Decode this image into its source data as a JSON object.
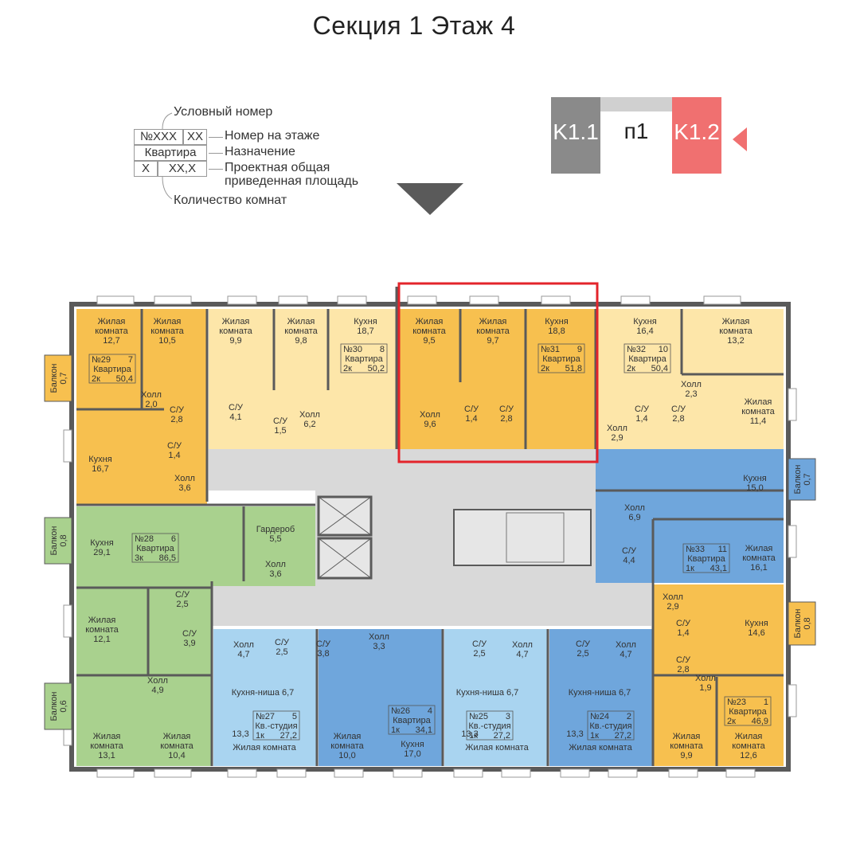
{
  "title": "Секция 1 Этаж 4",
  "legend": {
    "cond_number": "Условный номер",
    "box_num": "№XXX",
    "box_floor_num": "XX",
    "box_purpose": "Квартира",
    "box_rooms": "X",
    "box_area": "XX,X",
    "floor_number": "Номер на этаже",
    "purpose": "Назначение",
    "area_line1": "Проектная общая",
    "area_line2": "приведенная площадь",
    "rooms_count": "Количество комнат"
  },
  "sections": {
    "left": "K1.1",
    "middle": "п1",
    "right": "K1.2"
  },
  "colors": {
    "orange": "#f7c04f",
    "light_orange": "#fde6a9",
    "green": "#a9d18e",
    "blue": "#6fa6dc",
    "light_blue": "#a9d4f0",
    "gray": "#d9d9d9",
    "wall": "#5a5a5a",
    "highlight": "#e3242b",
    "k11": "#8a8a8a",
    "k12": "#f07070"
  },
  "apartments": [
    {
      "id": "a29",
      "num": "№29",
      "floor_no": "7",
      "type": "Квартира",
      "rooms": "2к",
      "area": "50,4"
    },
    {
      "id": "a30",
      "num": "№30",
      "floor_no": "8",
      "type": "Квартира",
      "rooms": "2к",
      "area": "50,2"
    },
    {
      "id": "a31",
      "num": "№31",
      "floor_no": "9",
      "type": "Квартира",
      "rooms": "2к",
      "area": "51,8"
    },
    {
      "id": "a32",
      "num": "№32",
      "floor_no": "10",
      "type": "Квартира",
      "rooms": "2к",
      "area": "50,4"
    },
    {
      "id": "a28",
      "num": "№28",
      "floor_no": "6",
      "type": "Квартира",
      "rooms": "3к",
      "area": "86,5"
    },
    {
      "id": "a33",
      "num": "№33",
      "floor_no": "11",
      "type": "Квартира",
      "rooms": "1к",
      "area": "43,1"
    },
    {
      "id": "a27",
      "num": "№27",
      "floor_no": "5",
      "type": "Кв.-студия",
      "rooms": "1к",
      "area": "27,2"
    },
    {
      "id": "a26",
      "num": "№26",
      "floor_no": "4",
      "type": "Квартира",
      "rooms": "1к",
      "area": "34,1"
    },
    {
      "id": "a25",
      "num": "№25",
      "floor_no": "3",
      "type": "Кв.-студия",
      "rooms": "1к",
      "area": "27,2"
    },
    {
      "id": "a24",
      "num": "№24",
      "floor_no": "2",
      "type": "Кв.-студия",
      "rooms": "1к",
      "area": "27,2"
    },
    {
      "id": "a23",
      "num": "№23",
      "floor_no": "1",
      "type": "Квартира",
      "rooms": "2к",
      "area": "46,9"
    }
  ],
  "rooms": [
    {
      "l1": "Жилая",
      "l2": "комната",
      "v": "12,7"
    },
    {
      "l1": "Жилая",
      "l2": "комната",
      "v": "10,5"
    },
    {
      "l1": "Жилая",
      "l2": "комната",
      "v": "9,9"
    },
    {
      "l1": "Жилая",
      "l2": "комната",
      "v": "9,8"
    },
    {
      "l1": "Кухня",
      "l2": "",
      "v": "18,7"
    },
    {
      "l1": "Жилая",
      "l2": "комната",
      "v": "9,5"
    },
    {
      "l1": "Жилая",
      "l2": "комната",
      "v": "9,7"
    },
    {
      "l1": "Кухня",
      "l2": "",
      "v": "18,8"
    },
    {
      "l1": "Кухня",
      "l2": "",
      "v": "16,4"
    },
    {
      "l1": "Жилая",
      "l2": "комната",
      "v": "13,2"
    },
    {
      "l1": "Холл",
      "l2": "",
      "v": "2,0"
    },
    {
      "l1": "С/У",
      "l2": "",
      "v": "2,8"
    },
    {
      "l1": "С/У",
      "l2": "",
      "v": "4,1"
    },
    {
      "l1": "С/У",
      "l2": "",
      "v": "1,5"
    },
    {
      "l1": "Холл",
      "l2": "",
      "v": "6,2"
    },
    {
      "l1": "Холл",
      "l2": "",
      "v": "9,6"
    },
    {
      "l1": "С/У",
      "l2": "",
      "v": "1,4"
    },
    {
      "l1": "С/У",
      "l2": "",
      "v": "2,8"
    },
    {
      "l1": "Холл",
      "l2": "",
      "v": "2,9"
    },
    {
      "l1": "С/У",
      "l2": "",
      "v": "1,4"
    },
    {
      "l1": "С/У",
      "l2": "",
      "v": "2,8"
    },
    {
      "l1": "Холл",
      "l2": "",
      "v": "2,3"
    },
    {
      "l1": "Жилая",
      "l2": "комната",
      "v": "11,4"
    },
    {
      "l1": "Кухня",
      "l2": "",
      "v": "16,7"
    },
    {
      "l1": "С/У",
      "l2": "",
      "v": "1,4"
    },
    {
      "l1": "Холл",
      "l2": "",
      "v": "3,6"
    },
    {
      "l1": "Кухня",
      "l2": "",
      "v": "15,0"
    },
    {
      "l1": "Кухня",
      "l2": "",
      "v": "29,1"
    },
    {
      "l1": "Гардероб",
      "l2": "",
      "v": "5,5"
    },
    {
      "l1": "Холл",
      "l2": "",
      "v": "3,6"
    },
    {
      "l1": "Холл",
      "l2": "",
      "v": "6,9"
    },
    {
      "l1": "С/У",
      "l2": "",
      "v": "4,4"
    },
    {
      "l1": "Жилая",
      "l2": "комната",
      "v": "16,1"
    },
    {
      "l1": "С/У",
      "l2": "",
      "v": "2,5"
    },
    {
      "l1": "Жилая",
      "l2": "комната",
      "v": "12,1"
    },
    {
      "l1": "С/У",
      "l2": "",
      "v": "3,9"
    },
    {
      "l1": "Холл",
      "l2": "",
      "v": "4,9"
    },
    {
      "l1": "Жилая",
      "l2": "комната",
      "v": "13,1"
    },
    {
      "l1": "Жилая",
      "l2": "комната",
      "v": "10,4"
    },
    {
      "l1": "Холл",
      "l2": "",
      "v": "4,7"
    },
    {
      "l1": "С/У",
      "l2": "",
      "v": "2,5"
    },
    {
      "l1": "Кухня-ниша 6,7",
      "l2": "",
      "v": ""
    },
    {
      "l1": "Жилая комната",
      "l2": "",
      "v": ""
    },
    {
      "l1": "С/У",
      "l2": "",
      "v": "3,8"
    },
    {
      "l1": "Холл",
      "l2": "",
      "v": "3,3"
    },
    {
      "l1": "Жилая",
      "l2": "комната",
      "v": "10,0"
    },
    {
      "l1": "Кухня",
      "l2": "",
      "v": "17,0"
    },
    {
      "l1": "С/У",
      "l2": "",
      "v": "2,5"
    },
    {
      "l1": "Холл",
      "l2": "",
      "v": "4,7"
    },
    {
      "l1": "Кухня-ниша 6,7",
      "l2": "",
      "v": ""
    },
    {
      "l1": "Жилая комната",
      "l2": "",
      "v": ""
    },
    {
      "l1": "С/У",
      "l2": "",
      "v": "2,5"
    },
    {
      "l1": "Холл",
      "l2": "",
      "v": "4,7"
    },
    {
      "l1": "Кухня-ниша 6,7",
      "l2": "",
      "v": ""
    },
    {
      "l1": "Жилая комната",
      "l2": "",
      "v": ""
    },
    {
      "l1": "Холл",
      "l2": "",
      "v": "2,9"
    },
    {
      "l1": "С/У",
      "l2": "",
      "v": "1,4"
    },
    {
      "l1": "Кухня",
      "l2": "",
      "v": "14,6"
    },
    {
      "l1": "С/У",
      "l2": "",
      "v": "2,8"
    },
    {
      "l1": "Холл",
      "l2": "",
      "v": "1,9"
    },
    {
      "l1": "Жилая",
      "l2": "комната",
      "v": "9,9"
    },
    {
      "l1": "Жилая",
      "l2": "комната",
      "v": "12,6"
    },
    {
      "l1": "13,3",
      "l2": "",
      "v": ""
    },
    {
      "l1": "13,3",
      "l2": "",
      "v": ""
    },
    {
      "l1": "13,3",
      "l2": "",
      "v": ""
    }
  ],
  "balconies": [
    {
      "label": "Балкон",
      "v": "0,7"
    },
    {
      "label": "Балкон",
      "v": "0,8"
    },
    {
      "label": "Балкон",
      "v": "0,6"
    },
    {
      "label": "Балкон",
      "v": "0,7"
    },
    {
      "label": "Балкон",
      "v": "0,8"
    }
  ]
}
